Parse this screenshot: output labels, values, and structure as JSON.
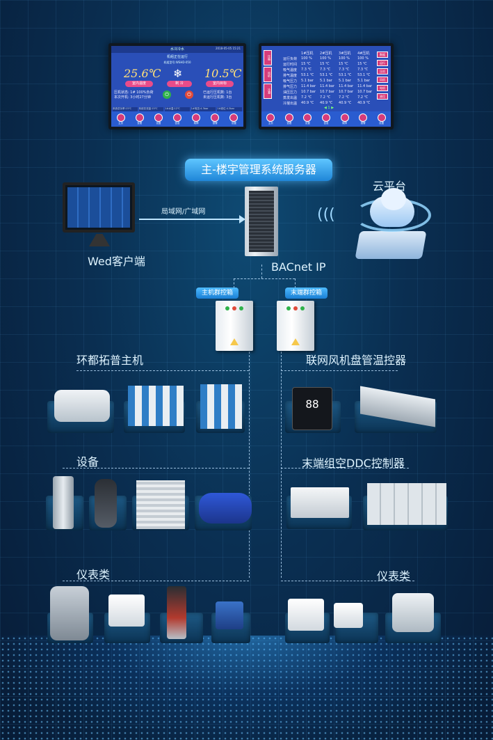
{
  "screen_left": {
    "header": "水冷冷水",
    "timestamp": "2018-05-05 15:21",
    "status_banner": "机组正在运行",
    "info_line": "机组型号:WSHD-050",
    "temp_left": "25.6℃",
    "temp_left_label": "室内温度",
    "mode_label": "制 冷",
    "temp_right": "10.5℃",
    "temp_right_label": "室内目标",
    "stats_left": [
      "压机状态: 1# 100%负荷",
      "本次开机: 3小时27分钟"
    ],
    "stats_right": [
      "已运行压机数: 1台",
      "未运行压机数: 3台"
    ],
    "bottom_tabs": [
      "系统总功率:15℃",
      "系统总流量:15℃",
      "1#水温:12℃",
      "1#电压:4.3bar",
      "1#液位:4.3bar"
    ],
    "nav": [
      "主页",
      "查看",
      "设置",
      "信息",
      "故障",
      "报警",
      "设置"
    ]
  },
  "screen_right": {
    "side_tabs": [
      "压缩",
      "风机",
      "冷凝"
    ],
    "columns": [
      "",
      "1#压机",
      "2#压机",
      "3#压机",
      "4#压机"
    ],
    "rows": [
      [
        "运行负荷",
        "100 %",
        "100 %",
        "100 %",
        "100 %"
      ],
      [
        "运行时间",
        "15 ℃",
        "15 ℃",
        "15 ℃",
        "15 ℃"
      ],
      [
        "吸气温度",
        "7.3 ℃",
        "7.3 ℃",
        "7.3 ℃",
        "7.3 ℃"
      ],
      [
        "排气温度",
        "53.1 ℃",
        "53.1 ℃",
        "53.1 ℃",
        "53.1 ℃"
      ],
      [
        "吸气压力",
        "5.1 bar",
        "5.1 bar",
        "5.1 bar",
        "5.1 bar"
      ],
      [
        "排气压力",
        "11.4 bar",
        "11.4 bar",
        "11.4 bar",
        "11.4 bar"
      ],
      [
        "油压压力",
        "10.7 bar",
        "10.7 bar",
        "10.7 bar",
        "10.7 bar"
      ],
      [
        "蒸发出温",
        "7.2 ℃",
        "7.2 ℃",
        "7.2 ℃",
        "7.2 ℃"
      ],
      [
        "冷凝出温",
        "40.9 ℃",
        "40.9 ℃",
        "40.9 ℃",
        "40.9 ℃"
      ]
    ],
    "right_buttons": [
      "数据",
      "运行",
      "压机",
      "风机",
      "电机",
      "液位"
    ],
    "nav": [
      "主页",
      "查看",
      "设置",
      "信息",
      "故障",
      "报警",
      "设置"
    ]
  },
  "title": "主-楼宇管理系统服务器",
  "cloud_label": "云平台",
  "network_label": "局域网/广域网",
  "client_label": "Wed客户端",
  "protocol_label": "BACnet IP",
  "tag_host": "主机群控箱",
  "tag_terminal": "末端群控箱",
  "section_host": "环都拓普主机",
  "section_fcu": "联网风机盘管温控器",
  "section_equipment": "设备",
  "section_ddc": "末端组空DDC控制器",
  "section_meters_left": "仪表类",
  "section_meters_right": "仪表类",
  "thermostat_display": "88"
}
